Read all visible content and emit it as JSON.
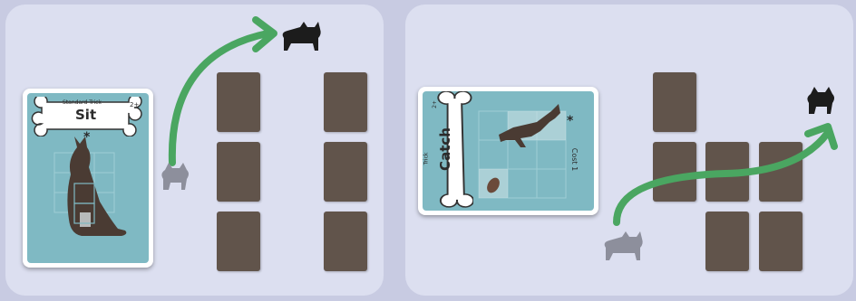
{
  "left_card": {
    "subtitle": "Standard Trick",
    "title": "Sit",
    "corner": "2+",
    "marker": "*"
  },
  "right_card": {
    "subtitle": "Trick",
    "title": "Catch",
    "corner": "2+",
    "marker": "*",
    "cost": "Cost 1"
  },
  "colors": {
    "background": "#c8cbe2",
    "panel": "#dcdff0",
    "tile": "#61544b",
    "path_arrow": "#4aa661",
    "card_face": "#7fb9c3",
    "dog_start": "#8d8f9c",
    "dog_goal": "#1c1c1c"
  },
  "icons": {
    "start_dog": "french-bulldog-icon",
    "goal_dog": "french-bulldog-icon",
    "treat": "treat-icon"
  }
}
